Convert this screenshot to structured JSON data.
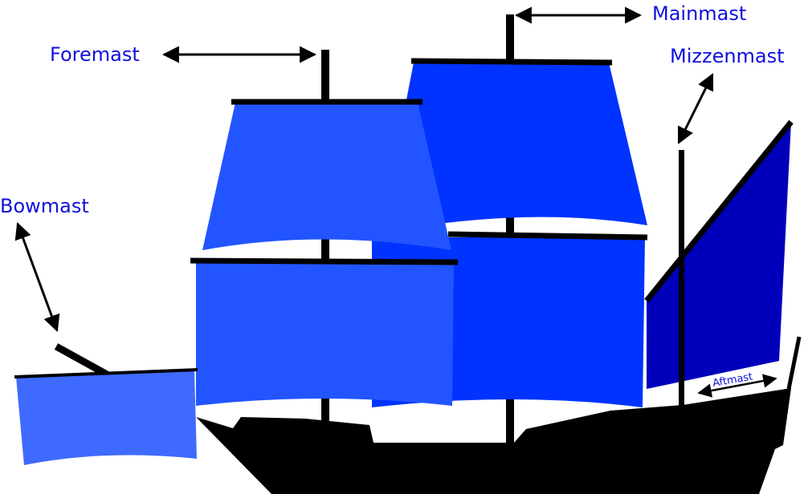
{
  "labels": {
    "foremast": "Foremast",
    "mainmast": "Mainmast",
    "mizzenmast": "Mizzenmast",
    "bowmast": "Bowmast",
    "aftmast": "Aftmast"
  },
  "colors": {
    "label_text": "#1010dd",
    "hull": "#000000",
    "sail_fore": "#2255ff",
    "sail_main": "#0033ff",
    "sail_mizzen": "#0000bb",
    "sail_bow": "#3f6aff"
  }
}
